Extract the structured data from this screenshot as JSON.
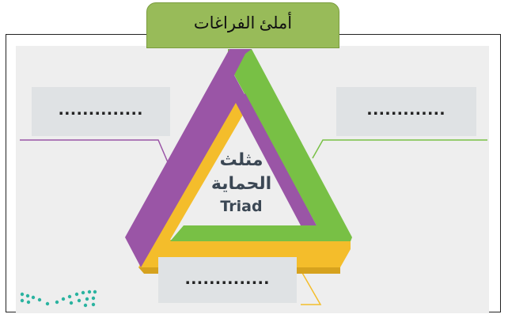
{
  "title": "أملئ الفراغات",
  "blanks": {
    "left": "..............",
    "right": ".............",
    "bottom": ".............."
  },
  "center": {
    "line1": "مثلث",
    "line2": "الحماية",
    "line3": "Triad"
  },
  "colors": {
    "green": "#78c045",
    "purple": "#9a55a6",
    "yellow": "#f4bd2b",
    "title_bg": "#98bb59",
    "logo_teal": "#2bb3a0"
  }
}
